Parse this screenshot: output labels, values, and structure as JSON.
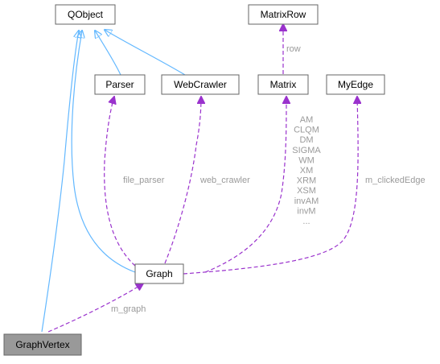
{
  "nodes": {
    "qobject": "QObject",
    "matrixrow": "MatrixRow",
    "parser": "Parser",
    "webcrawler": "WebCrawler",
    "matrix": "Matrix",
    "myedge": "MyEdge",
    "graph": "Graph",
    "graphvertex": "GraphVertex"
  },
  "edges": {
    "row": "row",
    "file_parser": "file_parser",
    "web_crawler": "web_crawler",
    "m_clickedEdge": "m_clickedEdge",
    "m_graph": "m_graph",
    "matrix_members": [
      "AM",
      "CLQM",
      "DM",
      "SIGMA",
      "WM",
      "XM",
      "XRM",
      "XSM",
      "invAM",
      "invM",
      "..."
    ]
  },
  "colors": {
    "inheritance": "#63b8ff",
    "usage": "#9a32cd",
    "focus_fill": "#999999",
    "border": "#666666"
  }
}
